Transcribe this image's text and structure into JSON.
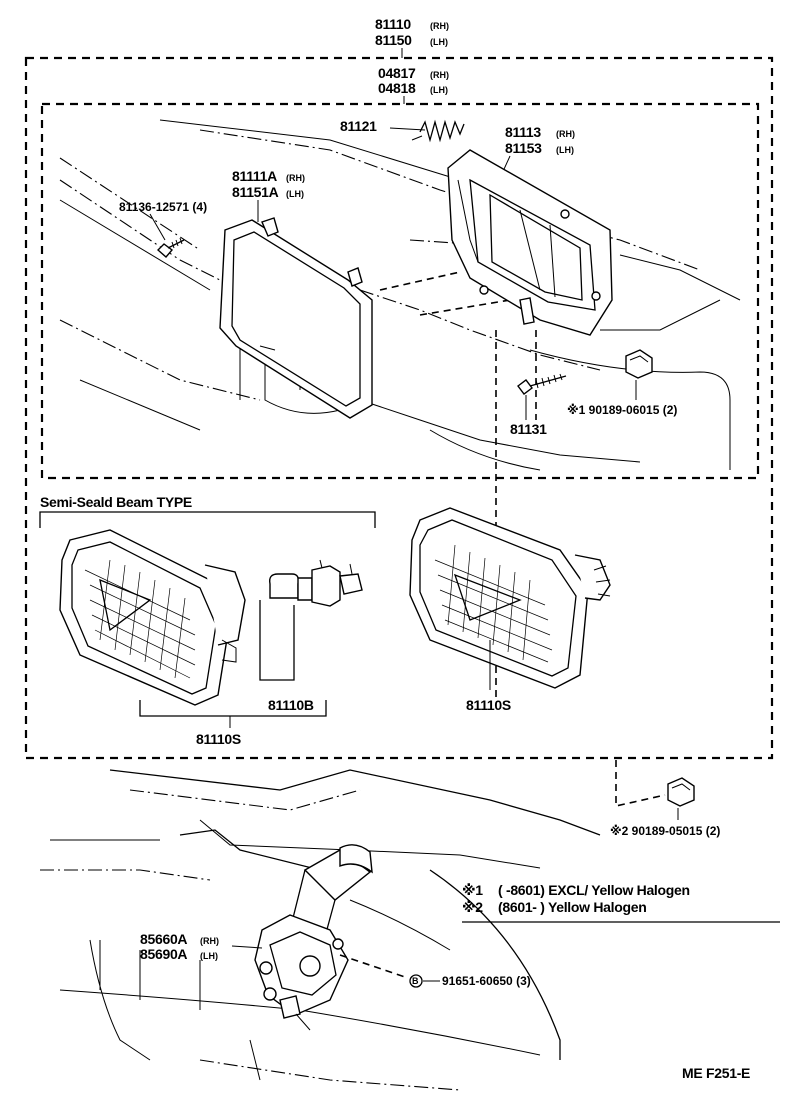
{
  "assembly": {
    "headlamp_rh": "81110",
    "headlamp_rh_side": "(RH)",
    "headlamp_lh": "81150",
    "headlamp_lh_side": "(LH)",
    "unit_rh": "04817",
    "unit_rh_side": "(RH)",
    "unit_lh": "04818",
    "unit_lh_side": "(LH)"
  },
  "parts": {
    "spring": "81121",
    "housing_rh": "81113",
    "housing_rh_side": "(RH)",
    "housing_lh": "81153",
    "housing_lh_side": "(LH)",
    "rim_rh": "81111A",
    "rim_rh_side": "(RH)",
    "rim_lh": "81151A",
    "rim_lh_side": "(LH)",
    "screw": "81136-12571 (4)",
    "adjust_screw": "81131",
    "clip_1": "※1 90189-06015 (2)",
    "clip_2": "※2 90189-05015 (2)",
    "bulb": "81110B",
    "semi_sealed_unit": "81110S",
    "sealed_unit": "81110S",
    "socket_rh": "85660A",
    "socket_rh_side": "(RH)",
    "socket_lh": "85690A",
    "socket_lh_side": "(LH)",
    "nut": "91651-60650 (3)",
    "nut_symbol": "B"
  },
  "section": {
    "semi_sealed_title": "Semi-Seald Beam TYPE"
  },
  "notes": [
    {
      "mark": "※1",
      "text": "(       -8601) EXCL/ Yellow Halogen"
    },
    {
      "mark": "※2",
      "text": "(8601-       ) Yellow Halogen"
    }
  ],
  "footer": {
    "code": "ME  F251-E"
  }
}
